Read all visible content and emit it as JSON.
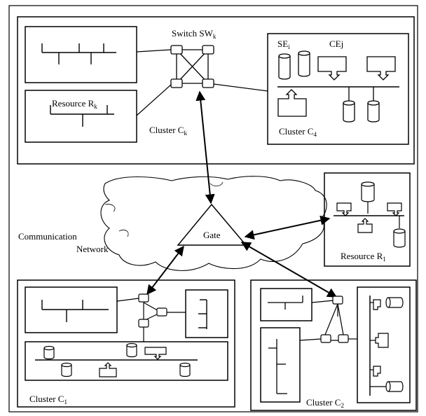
{
  "labels": {
    "switch": "Switch SW",
    "switch_sub": "k",
    "resource_k": "Resource R",
    "resource_k_sub": "k",
    "cluster_k": "Cluster C",
    "cluster_k_sub": "k",
    "se": "SE",
    "se_sub": "i",
    "ce": "CEj",
    "cluster_4": "Cluster C",
    "cluster_4_sub": "4",
    "gate": "Gate",
    "comm_network_line1": "Communication",
    "comm_network_line2": "Network",
    "resource_1": "Resource R",
    "resource_1_sub": "1",
    "cluster_1": "Cluster C",
    "cluster_1_sub": "1",
    "cluster_2": "Cluster C",
    "cluster_2_sub": "2"
  }
}
